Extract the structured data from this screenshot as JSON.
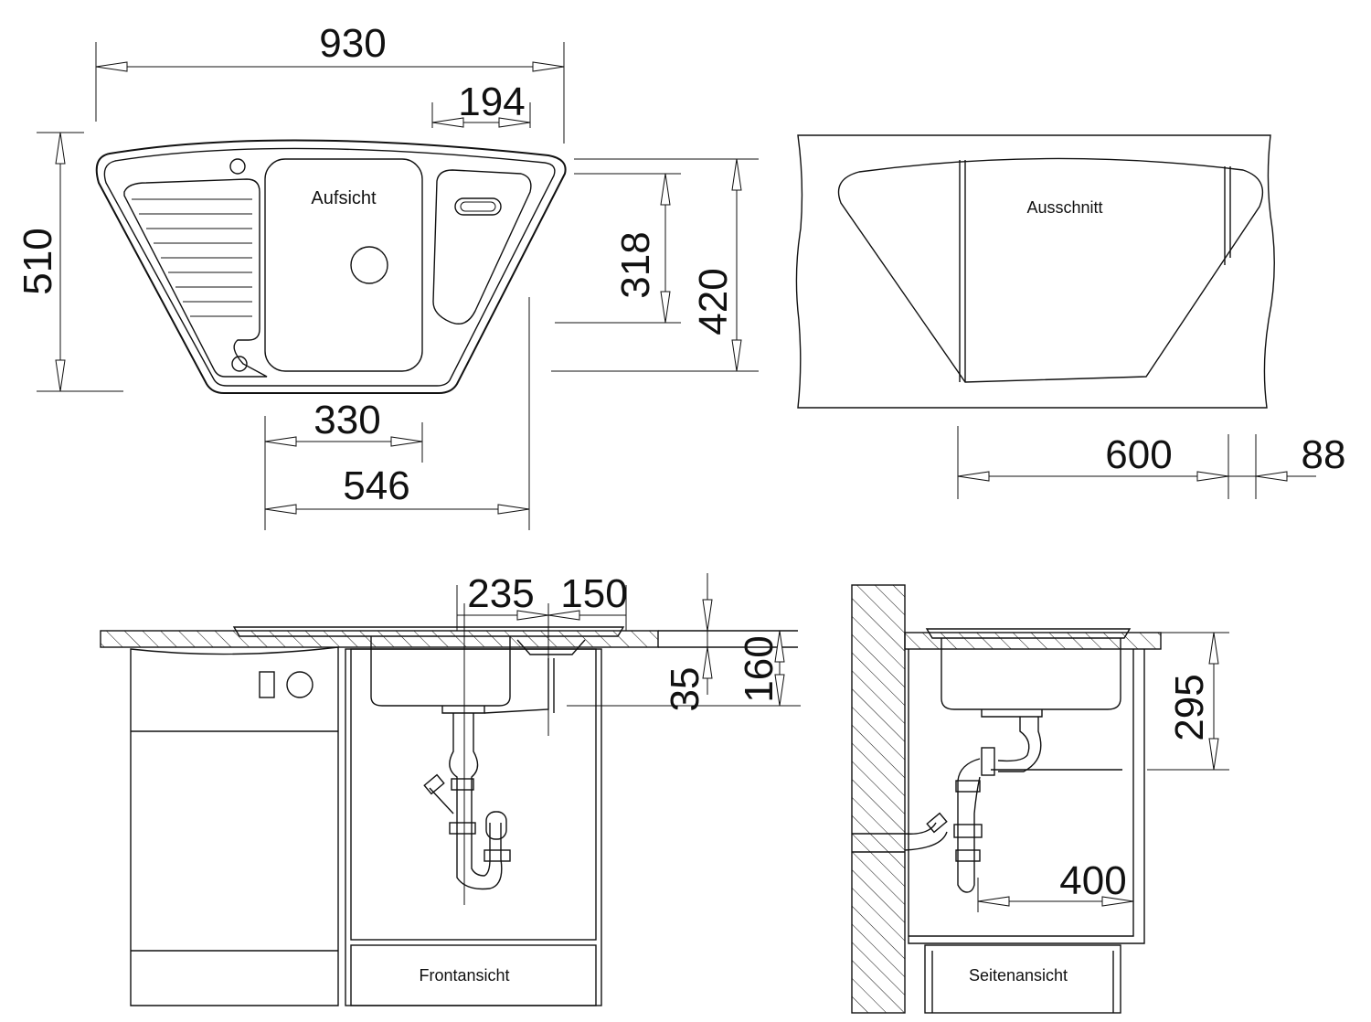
{
  "views": {
    "top": "Aufsicht",
    "cutout": "Ausschnitt",
    "front": "Frontansicht",
    "side": "Seitenansicht"
  },
  "dimensions": {
    "total_width": "930",
    "bowl2_width": "194",
    "total_depth": "510",
    "inner_depth": "318",
    "outer_depth": "420",
    "bowl_width": "330",
    "center_distance": "546",
    "cutout_width": "600",
    "cutout_offset": "88",
    "front_offset1": "235",
    "front_offset2": "150",
    "rim_height": "35",
    "bowl_height": "160",
    "side_height": "295",
    "side_distance": "400"
  }
}
